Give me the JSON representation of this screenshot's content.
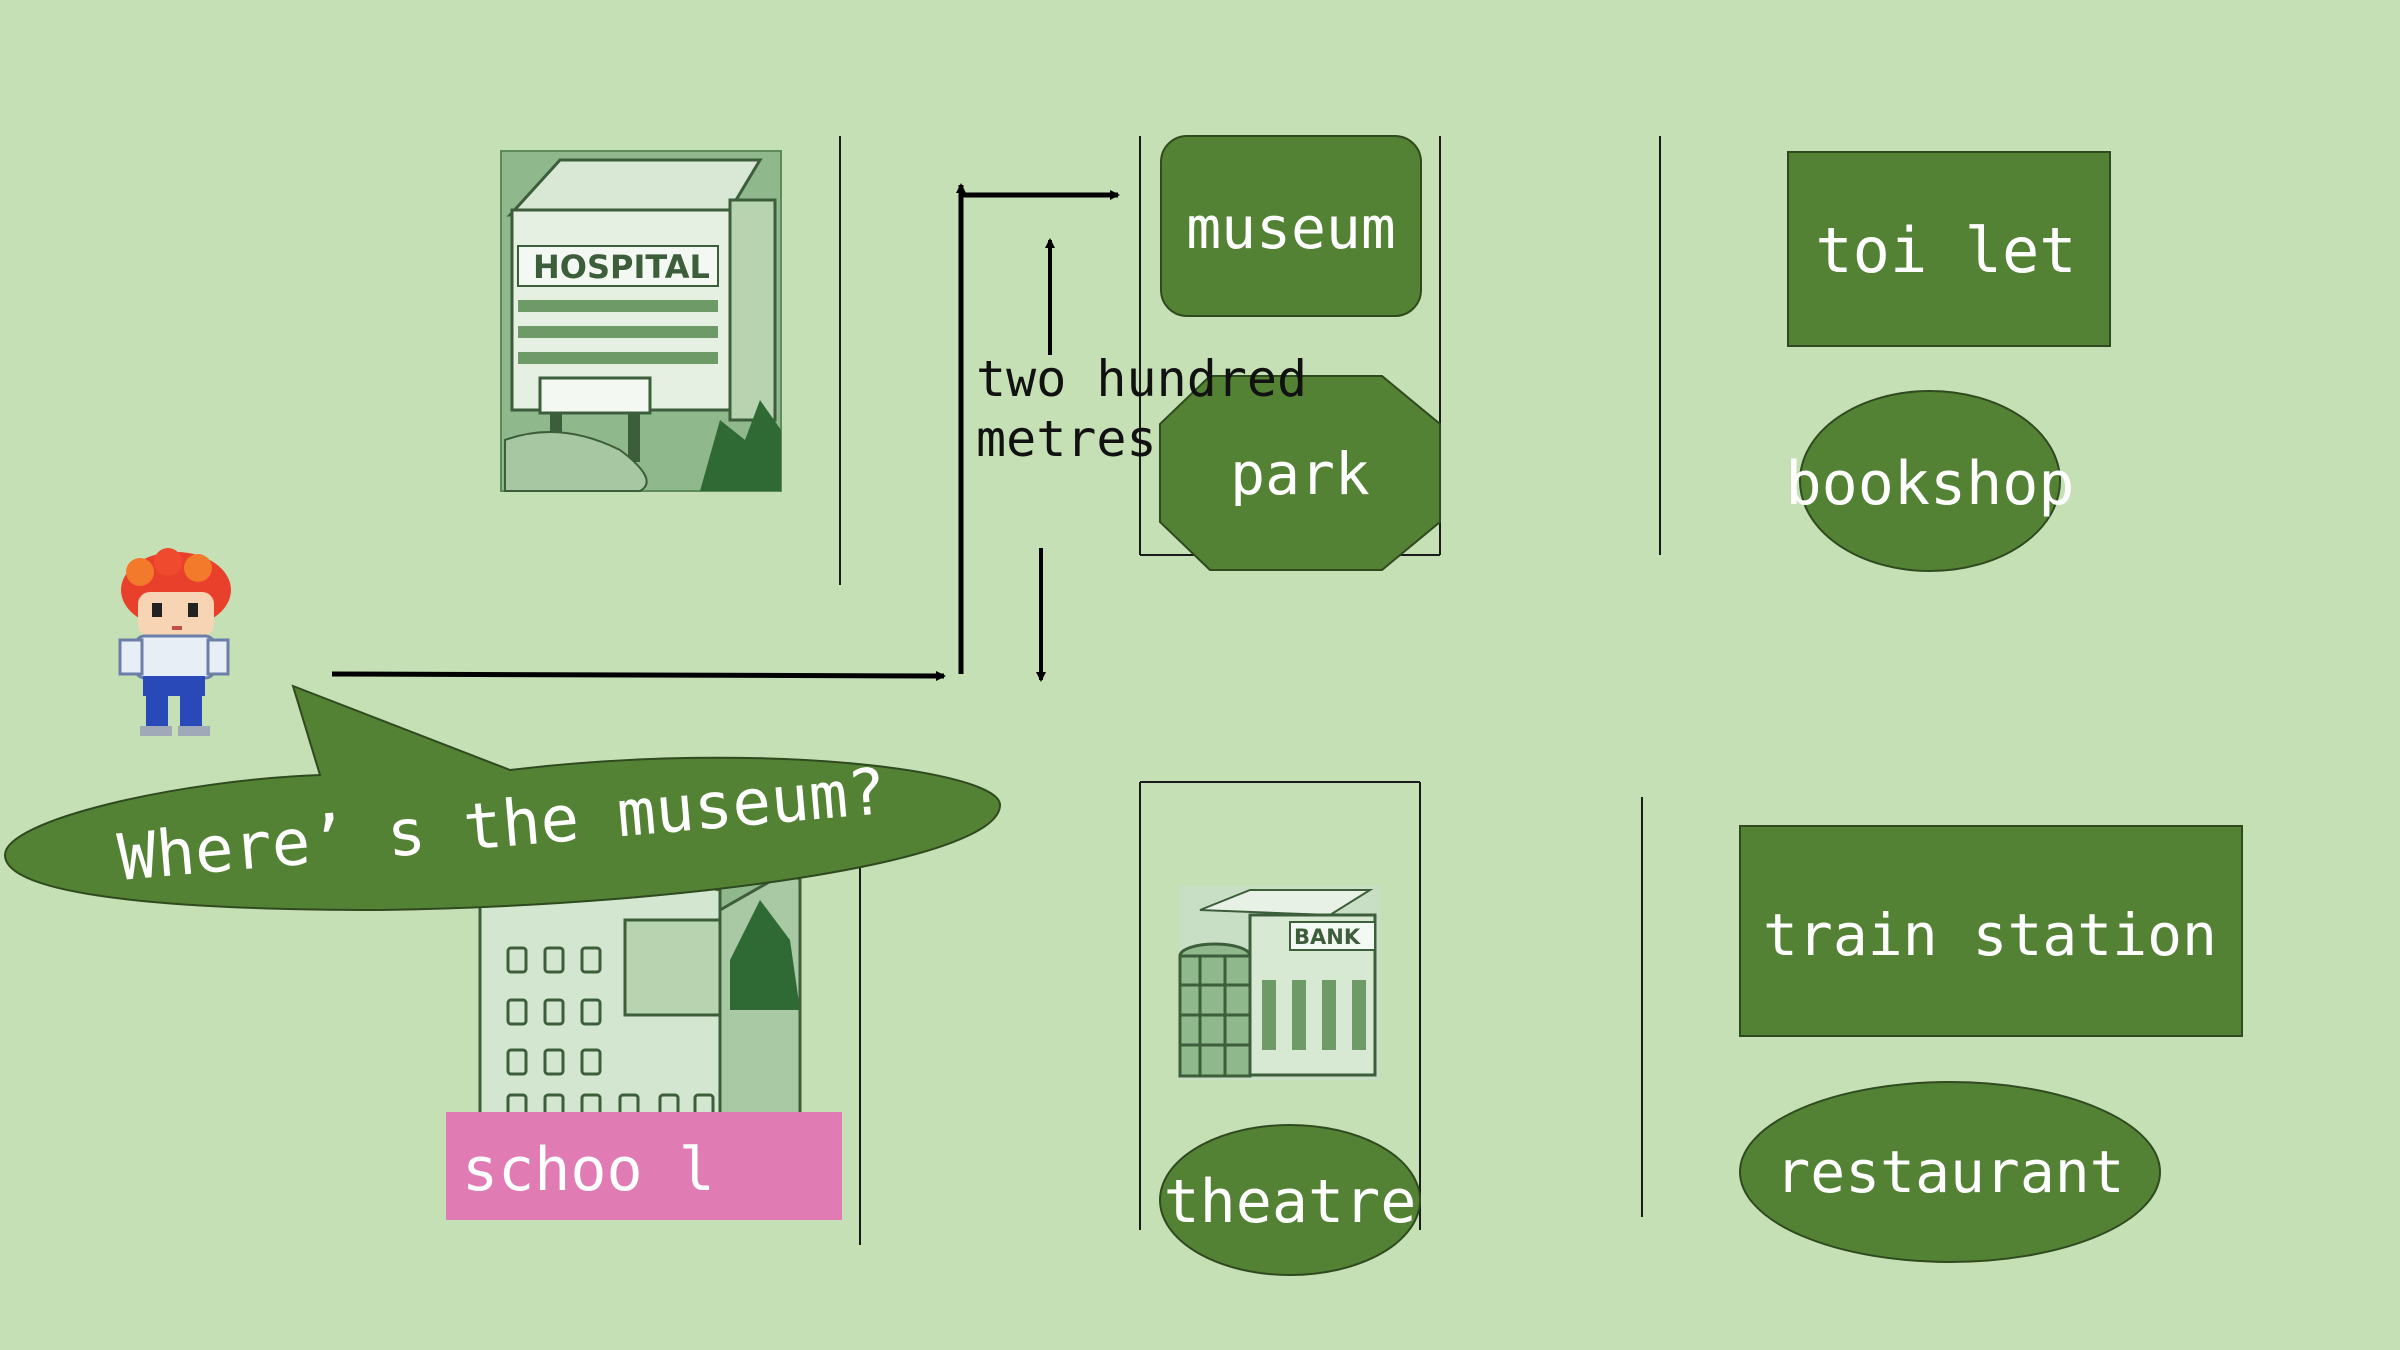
{
  "colors": {
    "background": "#c5e0b4",
    "place_fill": "#548235",
    "place_text": "#ffffff",
    "school_fill": "#e07bb4",
    "line": "#000000"
  },
  "places": {
    "museum": "museum",
    "park": "park",
    "toilet": "toi let",
    "bookshop": "bookshop",
    "train_station": "train station",
    "restaurant": "restaurant",
    "theatre": "theatre",
    "school": "schoo l"
  },
  "building_signs": {
    "hospital": "HOSPITAL",
    "bank": "BANK"
  },
  "distance_note": {
    "line1": "two hundred",
    "line2": "metres"
  },
  "speech_bubble": "Where’ s the museum?",
  "icons": {
    "hospital": "hospital-building-icon",
    "school": "school-building-icon",
    "bank": "bank-building-icon",
    "boy": "boy-character-icon"
  }
}
